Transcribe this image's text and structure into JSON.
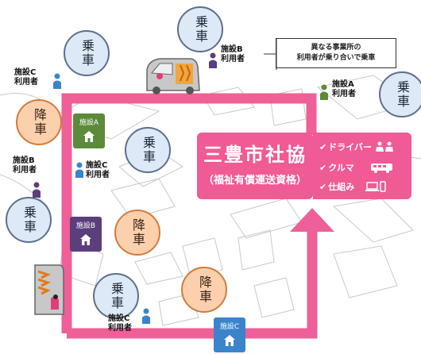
{
  "colors": {
    "route": "#ef5f98",
    "bubble_blue": "#dde9f6",
    "bubble_orange": "#fcd0ad",
    "facility_a": "#5b8b3a",
    "facility_b": "#5a3f7c",
    "facility_c": "#3a84cc",
    "org_box": "#f05a95"
  },
  "bubbles": {
    "board": "乗車",
    "alight": "降車"
  },
  "facilities": {
    "a": "施設A",
    "b": "施設B",
    "c": "施設C"
  },
  "users": {
    "c_top_left": [
      "施設C",
      "利用者"
    ],
    "b_top": [
      "施設B",
      "利用者"
    ],
    "a_right": [
      "施設A",
      "利用者"
    ],
    "c_mid": [
      "施設C",
      "利用者"
    ],
    "b_left": [
      "施設B",
      "利用者"
    ],
    "c_bottom": [
      "施設C",
      "利用者"
    ]
  },
  "note": [
    "異なる事業所の",
    "利用者が乗り合いで乗車"
  ],
  "org": {
    "title": "三豊市社協",
    "subtitle": "（福祉有償運送資格）"
  },
  "features": [
    {
      "check": "✔",
      "label": "ドライバー",
      "icon": "people-icon"
    },
    {
      "check": "✔",
      "label": "クルマ",
      "icon": "bus-icon"
    },
    {
      "check": "✔",
      "label": "仕組み",
      "icon": "laptop-phone-icon"
    }
  ]
}
